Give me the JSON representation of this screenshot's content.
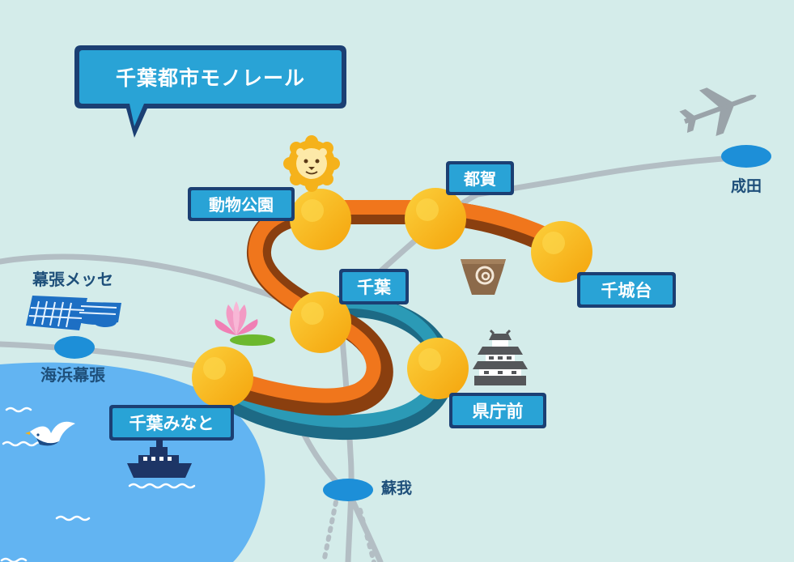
{
  "title": "千葉都市モノレール",
  "monorail_stations": [
    {
      "id": "doubutsu-koen",
      "label": "動物公園"
    },
    {
      "id": "tsuga",
      "label": "都賀"
    },
    {
      "id": "chishirodai",
      "label": "千城台"
    },
    {
      "id": "chiba",
      "label": "千葉"
    },
    {
      "id": "kencho-mae",
      "label": "県庁前"
    },
    {
      "id": "chiba-minato",
      "label": "千葉みなと"
    }
  ],
  "other_places": [
    {
      "id": "narita",
      "label": "成田"
    },
    {
      "id": "makuhari-messe",
      "label": "幕張メッセ"
    },
    {
      "id": "kaihin-makuhari",
      "label": "海浜幕張"
    },
    {
      "id": "soga",
      "label": "蘇我"
    }
  ],
  "icons": [
    "airplane-icon",
    "lion-icon",
    "pottery-icon",
    "castle-icon",
    "lotus-icon",
    "convention-hall-icon",
    "seagull-icon",
    "ferry-icon",
    "wave-icon"
  ],
  "colors": {
    "background": "#d4ecea",
    "sea": "#62b4f2",
    "label_fill": "#29a3d6",
    "label_border": "#1b3f73",
    "line_orange": "#f0761c",
    "line_orange_dark": "#8a3f0f",
    "line_teal": "#2b9ab6",
    "line_teal_dark": "#1d6a85",
    "station_gold": "#f7b614",
    "rail_gray": "#b3bec4"
  }
}
